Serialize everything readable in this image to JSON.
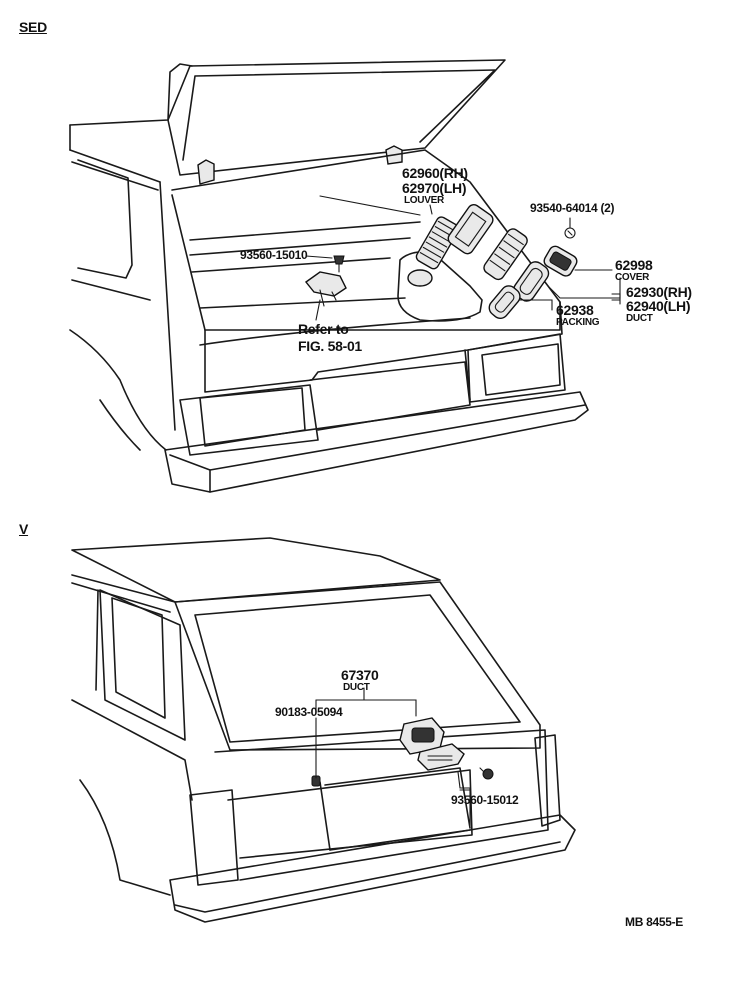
{
  "sections": {
    "sedan": "SED",
    "van": "V"
  },
  "labels": {
    "louver_rh": "62960(RH)",
    "louver_lh": "62970(LH)",
    "louver_name": "LOUVER",
    "clip_part": "93560-15010",
    "screw_part": "93540-64014 (2)",
    "cover_part": "62998",
    "cover_name": "COVER",
    "duct_rh": "62930(RH)",
    "duct_lh": "62940(LH)",
    "duct_name": "DUCT",
    "packing_part": "62938",
    "packing_name": "PACKING",
    "refer_line1": "Refer to",
    "refer_line2": "FIG. 58-01",
    "van_duct_part": "67370",
    "van_duct_name": "DUCT",
    "van_screw_part": "90183-05094",
    "van_clip_part": "93560-15012",
    "figure_code": "MB  8455-E"
  }
}
